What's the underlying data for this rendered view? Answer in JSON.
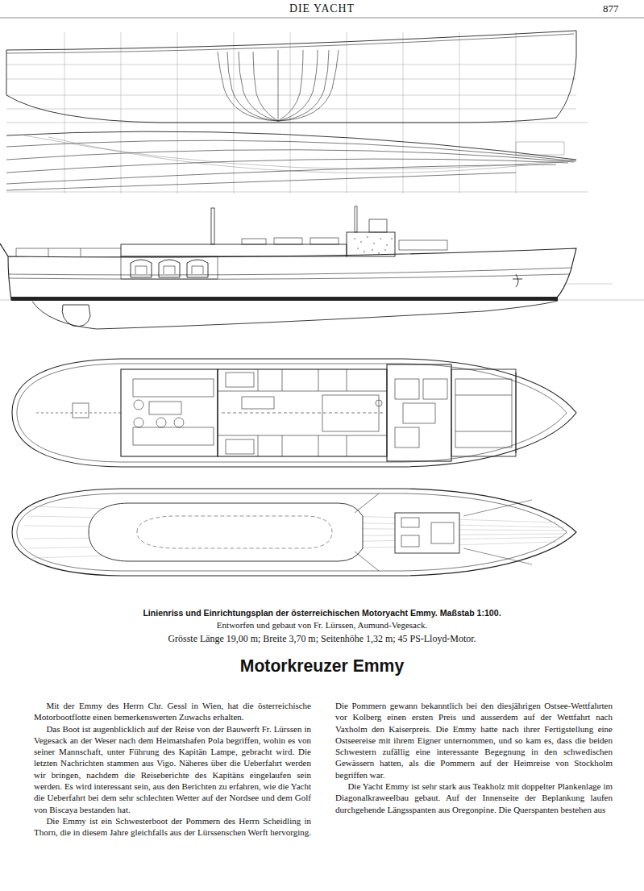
{
  "diagram": {
    "title": "Motorkreuzer Emmy",
    "caption": "Linienriss und Einrichtungsplan der österreichischen Motoryacht Emmy. Maßstab 1:100.",
    "labels": [
      "DIE YACHT",
      "877",
      "Entworfen und gebaut von Fr. Lürssen, Aumund-Vegesack.",
      "Grösste Länge 19,00 m; Breite 3,70 m; Seitenhöhe 1,32 m; 45 PS-Lloyd-Motor.",
      "Mit der Emmy des Herrn Chr. Gessl in Wien, hat die österreichische Motorbootflotte einen bemerkenswerten Zuwachs erhalten.",
      "Das Boot ist augenblicklich auf der Reise von der Bauwerft Fr. Lürssen in Vegesack an der Weser nach dem Heimatshafen Pola begriffen, wohin es von seiner Mannschaft, unter Führung des Kapitän Lampe, gebracht wird. Die letzten Nachrichten stammen aus Vigo. Näheres über die Ueberfahrt werden wir bringen, nachdem die Reiseberichte des Kapitäns eingelaufen sein werden. Es wird interessant sein, aus den Berichten zu erfahren, wie die Yacht die Ueberfahrt bei dem sehr schlechten Wetter auf der Nordsee und dem Golf von Biscaya bestanden hat.",
      "Die Emmy ist ein Schwesterboot der Pommern des Herrn Scheidling in Thorn, die in diesem Jahre gleichfalls aus der Lürssenschen Werft hervorging. Die Pommern gewann bekanntlich bei den diesjährigen Ostsee-Wettfahrten vor Kolberg einen ersten Preis und ausserdem auf der Wettfahrt nach Vaxholm den Kaiserpreis. Die Emmy hatte nach ihrer Fertigstellung eine Ostseereise mit ihrem Eigner unternommen, und so kam es, dass die beiden Schwestern zufällig eine interessante Begegnung in den schwedischen Gewässern hatten, als die Pommern auf der Heimreise von Stockholm begriffen war.",
      "Die Yacht Emmy ist sehr stark aus Teakholz mit doppelter Plankenlage im Diagonalkraweelbau gebaut. Auf der Innenseite der Beplankung laufen durchgehende Längsspanten aus Oregonpine. Die Querspanten bestehen aus"
    ]
  }
}
